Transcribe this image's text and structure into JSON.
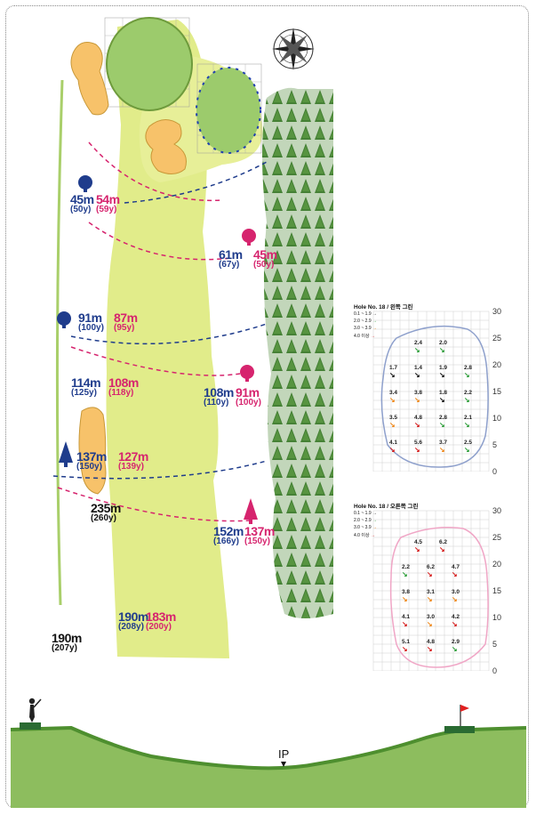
{
  "hole": {
    "markers": [
      {
        "meters": "45m",
        "yards": "(50y)",
        "color": "blue"
      },
      {
        "meters": "54m",
        "yards": "(59y)",
        "color": "pink"
      },
      {
        "meters": "61m",
        "yards": "(67y)",
        "color": "blue"
      },
      {
        "meters": "45m",
        "yards": "(50y)",
        "color": "pink"
      },
      {
        "meters": "91m",
        "yards": "(100y)",
        "color": "blue"
      },
      {
        "meters": "87m",
        "yards": "(95y)",
        "color": "pink"
      },
      {
        "meters": "114m",
        "yards": "(125y)",
        "color": "blue"
      },
      {
        "meters": "108m",
        "yards": "(118y)",
        "color": "pink"
      },
      {
        "meters": "108m",
        "yards": "(110y)",
        "color": "blue"
      },
      {
        "meters": "91m",
        "yards": "(100y)",
        "color": "pink"
      },
      {
        "meters": "137m",
        "yards": "(150y)",
        "color": "blue"
      },
      {
        "meters": "127m",
        "yards": "(139y)",
        "color": "pink"
      },
      {
        "meters": "235m",
        "yards": "(260y)",
        "color": "black"
      },
      {
        "meters": "152m",
        "yards": "(166y)",
        "color": "blue"
      },
      {
        "meters": "137m",
        "yards": "(150y)",
        "color": "pink"
      },
      {
        "meters": "190m",
        "yards": "(208y)",
        "color": "blue"
      },
      {
        "meters": "183m",
        "yards": "(200y)",
        "color": "pink"
      },
      {
        "meters": "190m",
        "yards": "(207y)",
        "color": "black"
      }
    ],
    "ip_label": "IP"
  },
  "green_panels": [
    {
      "title": "Hole No. 18 / 왼쪽 그린",
      "legend": [
        "0.1 ~ 1.9",
        "2.0 ~ 2.9",
        "3.0 ~ 3.9",
        "4.0 이상"
      ],
      "legend_colors": [
        "#111111",
        "#2e9e3a",
        "#ef8a1e",
        "#d62020"
      ],
      "axis": [
        "30",
        "25",
        "20",
        "15",
        "10",
        "5",
        "0"
      ],
      "outline_color": "#8ea0cc",
      "values": [
        {
          "v": "2.4",
          "c": 1,
          "gx": 3,
          "gy": 1
        },
        {
          "v": "2.0",
          "c": 1,
          "gx": 5,
          "gy": 1
        },
        {
          "v": "1.7",
          "c": 0,
          "gx": 1,
          "gy": 3
        },
        {
          "v": "1.4",
          "c": 0,
          "gx": 3,
          "gy": 3
        },
        {
          "v": "1.9",
          "c": 0,
          "gx": 5,
          "gy": 3
        },
        {
          "v": "2.8",
          "c": 1,
          "gx": 7,
          "gy": 3
        },
        {
          "v": "3.4",
          "c": 2,
          "gx": 1,
          "gy": 5
        },
        {
          "v": "3.8",
          "c": 2,
          "gx": 3,
          "gy": 5
        },
        {
          "v": "1.8",
          "c": 0,
          "gx": 5,
          "gy": 5
        },
        {
          "v": "2.2",
          "c": 1,
          "gx": 7,
          "gy": 5
        },
        {
          "v": "3.5",
          "c": 2,
          "gx": 1,
          "gy": 7
        },
        {
          "v": "4.8",
          "c": 3,
          "gx": 3,
          "gy": 7
        },
        {
          "v": "2.8",
          "c": 1,
          "gx": 5,
          "gy": 7
        },
        {
          "v": "2.1",
          "c": 1,
          "gx": 7,
          "gy": 7
        },
        {
          "v": "4.1",
          "c": 3,
          "gx": 1,
          "gy": 9
        },
        {
          "v": "5.6",
          "c": 3,
          "gx": 3,
          "gy": 9
        },
        {
          "v": "3.7",
          "c": 2,
          "gx": 5,
          "gy": 9
        },
        {
          "v": "2.5",
          "c": 1,
          "gx": 7,
          "gy": 9
        }
      ]
    },
    {
      "title": "Hole No. 18 / 오른쪽 그린",
      "legend": [
        "0.1 ~ 1.9",
        "2.0 ~ 2.9",
        "3.0 ~ 3.9",
        "4.0 이상"
      ],
      "legend_colors": [
        "#111111",
        "#2e9e3a",
        "#ef8a1e",
        "#d62020"
      ],
      "axis": [
        "30",
        "25",
        "20",
        "15",
        "10",
        "5",
        "0"
      ],
      "outline_color": "#f0a6c6",
      "values": [
        {
          "v": "4.5",
          "c": 3,
          "gx": 3,
          "gy": 1
        },
        {
          "v": "6.2",
          "c": 3,
          "gx": 5,
          "gy": 1
        },
        {
          "v": "2.2",
          "c": 1,
          "gx": 2,
          "gy": 3
        },
        {
          "v": "6.2",
          "c": 3,
          "gx": 4,
          "gy": 3
        },
        {
          "v": "4.7",
          "c": 3,
          "gx": 6,
          "gy": 3
        },
        {
          "v": "3.8",
          "c": 2,
          "gx": 2,
          "gy": 5
        },
        {
          "v": "3.1",
          "c": 2,
          "gx": 4,
          "gy": 5
        },
        {
          "v": "3.0",
          "c": 2,
          "gx": 6,
          "gy": 5
        },
        {
          "v": "4.1",
          "c": 3,
          "gx": 2,
          "gy": 7
        },
        {
          "v": "3.0",
          "c": 2,
          "gx": 4,
          "gy": 7
        },
        {
          "v": "4.2",
          "c": 3,
          "gx": 6,
          "gy": 7
        },
        {
          "v": "5.1",
          "c": 3,
          "gx": 2,
          "gy": 9
        },
        {
          "v": "4.8",
          "c": 3,
          "gx": 4,
          "gy": 9
        },
        {
          "v": "2.9",
          "c": 1,
          "gx": 6,
          "gy": 9
        }
      ]
    }
  ],
  "colors": {
    "fairway": "#e1ec8a",
    "green": "#9ccb6c",
    "bunker": "#f7c26a",
    "rough": "#b9d77a",
    "trees": "#4f8a3a",
    "blue_marker": "#1f3c8c",
    "pink_marker": "#d6246e",
    "profile": "#8dbd5e"
  },
  "icons": [
    "compass-icon",
    "tree-icon",
    "golfer-icon",
    "flag-icon"
  ]
}
